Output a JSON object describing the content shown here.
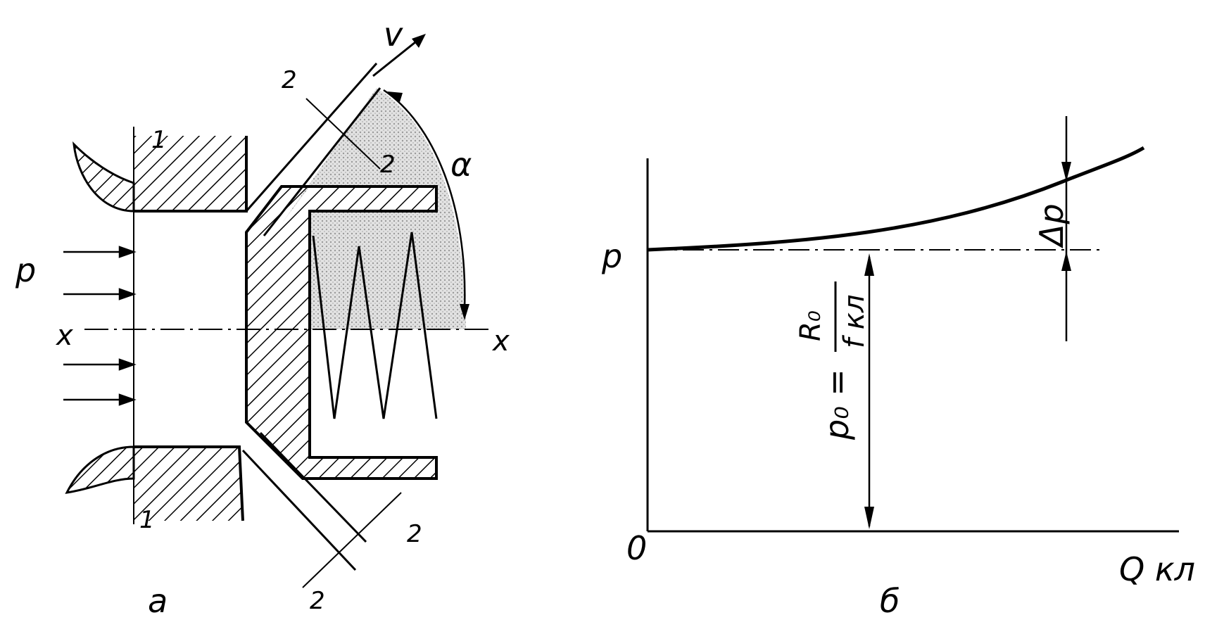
{
  "panel_a": {
    "caption": "а",
    "pressure": "p",
    "velocity": "v",
    "angle": "α",
    "axis_left": "x",
    "axis_right": "x",
    "section1_top": "1",
    "section1_bottom": "1",
    "section2_top_a": "2",
    "section2_top_b": "2",
    "section2_bottom_a": "2",
    "section2_bottom_b": "2"
  },
  "panel_b": {
    "caption": "б",
    "y_label": "p",
    "x_label": "Q кл",
    "origin": "0",
    "delta": "Δp",
    "p0_left": "p₀ =",
    "p0_num": "R₀",
    "p0_den": "f кл"
  },
  "colors": {
    "ink": "#000000",
    "stipple": "#c8c8c8",
    "background": "#ffffff"
  }
}
